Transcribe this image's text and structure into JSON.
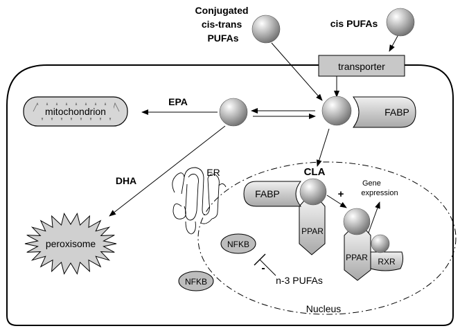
{
  "labels": {
    "conjugated": [
      "Conjugated",
      "cis-trans",
      "PUFAs"
    ],
    "cis_pufas": "cis PUFAs",
    "transporter": "transporter",
    "fabp_membrane": "FABP",
    "fabp_nucleus": "FABP",
    "epa": "EPA",
    "dha": "DHA",
    "mitochondrion": "mitochondrion",
    "peroxisome": "peroxisome",
    "er": "ER",
    "cla": "CLA",
    "plus": "+",
    "gene_expression": [
      "Gene",
      "expression"
    ],
    "ppar_left": "PPAR",
    "ppar_right": "PPAR",
    "rxr": "RXR",
    "nfkb_nucleus": "NFKB",
    "nfkb_cytoplasm": "NFKB",
    "minus": "-",
    "n3_pufas": "n-3 PUFAs",
    "nucleus": "Nucleus"
  },
  "colors": {
    "fill_light": "#d9d9d9",
    "fill_mid": "#bfbfbf",
    "ball_highlight": "#ffffff",
    "ball_shadow": "#6e6e6e",
    "stroke": "#000000"
  }
}
